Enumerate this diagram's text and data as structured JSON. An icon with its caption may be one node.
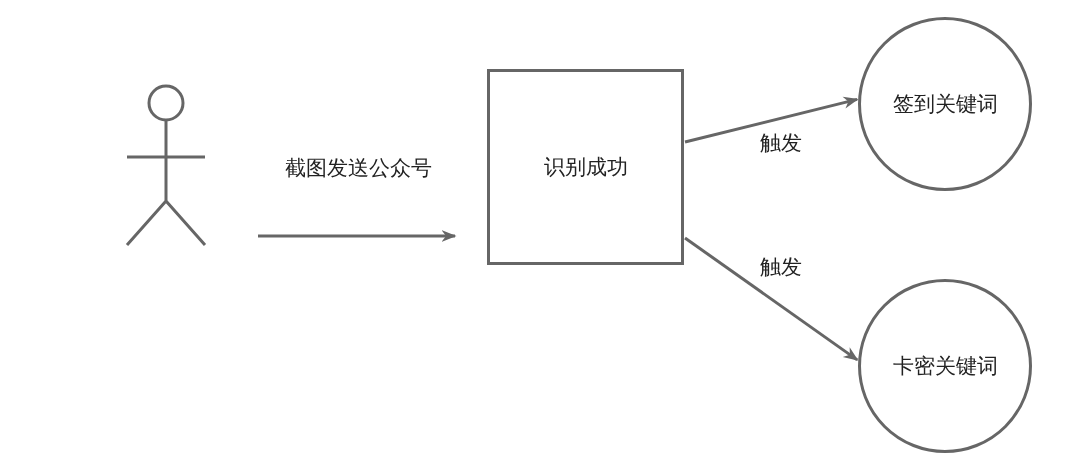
{
  "diagram": {
    "nodes": [
      {
        "text": [],
        "shape": "person"
      },
      {
        "text": [
          "识别成功"
        ]
      },
      {
        "text": [
          "签到关键词"
        ]
      },
      {
        "text": [
          "卡密关键词"
        ]
      }
    ],
    "edges": [
      {
        "from": 0,
        "to": 1,
        "arrow": "to",
        "label": "截图发送公众号"
      },
      {
        "from": 1,
        "to": 2,
        "arrow": "to",
        "label": "触发"
      },
      {
        "from": 1,
        "to": 3,
        "arrow": "to",
        "label": "触发"
      }
    ]
  }
}
